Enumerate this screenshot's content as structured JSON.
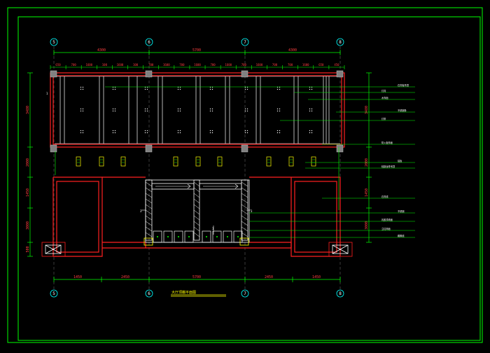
{
  "colors": {
    "background": "#000000",
    "frame": "#00ff00",
    "wall": "#ff2020",
    "dimension": "#00ff00",
    "axis": "#00ffff",
    "panel": "#ffffff",
    "fixture": "#ffff00",
    "leader": "#00ff00",
    "column": "#808080"
  },
  "axes": {
    "top": [
      "5",
      "6",
      "7",
      "8"
    ],
    "bottom": [
      "5",
      "6",
      "7",
      "8"
    ]
  },
  "dimensions": {
    "top_overall": [
      "4300",
      "5700",
      "4300"
    ],
    "top_detail": [
      "650",
      "700",
      "1600",
      "100",
      "1600",
      "100",
      "700",
      "1600",
      "700",
      "1600",
      "700",
      "1600",
      "700",
      "1600",
      "700",
      "700",
      "1600",
      "650",
      "450"
    ],
    "bottom": [
      "1450",
      "2450",
      "5700",
      "2450",
      "1450"
    ],
    "left": [
      "3480",
      "2000",
      "1450",
      "3000",
      "500"
    ],
    "right": [
      "3480",
      "2000",
      "1450",
      "3000"
    ]
  },
  "callouts": {
    "right": [
      "石膏板吊顶",
      "灯具",
      "木饰面",
      "不锈钢条",
      "灯带",
      "防火板饰面",
      "铝板",
      "轻钢龙骨吊顶",
      "石膏线",
      "不锈钢",
      "乳胶漆墙面",
      "立柱饰面",
      "踢脚线"
    ]
  },
  "plan_title": "大厅顶棚平面图",
  "marks": {
    "s3": "3",
    "s3b": "3",
    "m1": "1",
    "l1": "1"
  }
}
